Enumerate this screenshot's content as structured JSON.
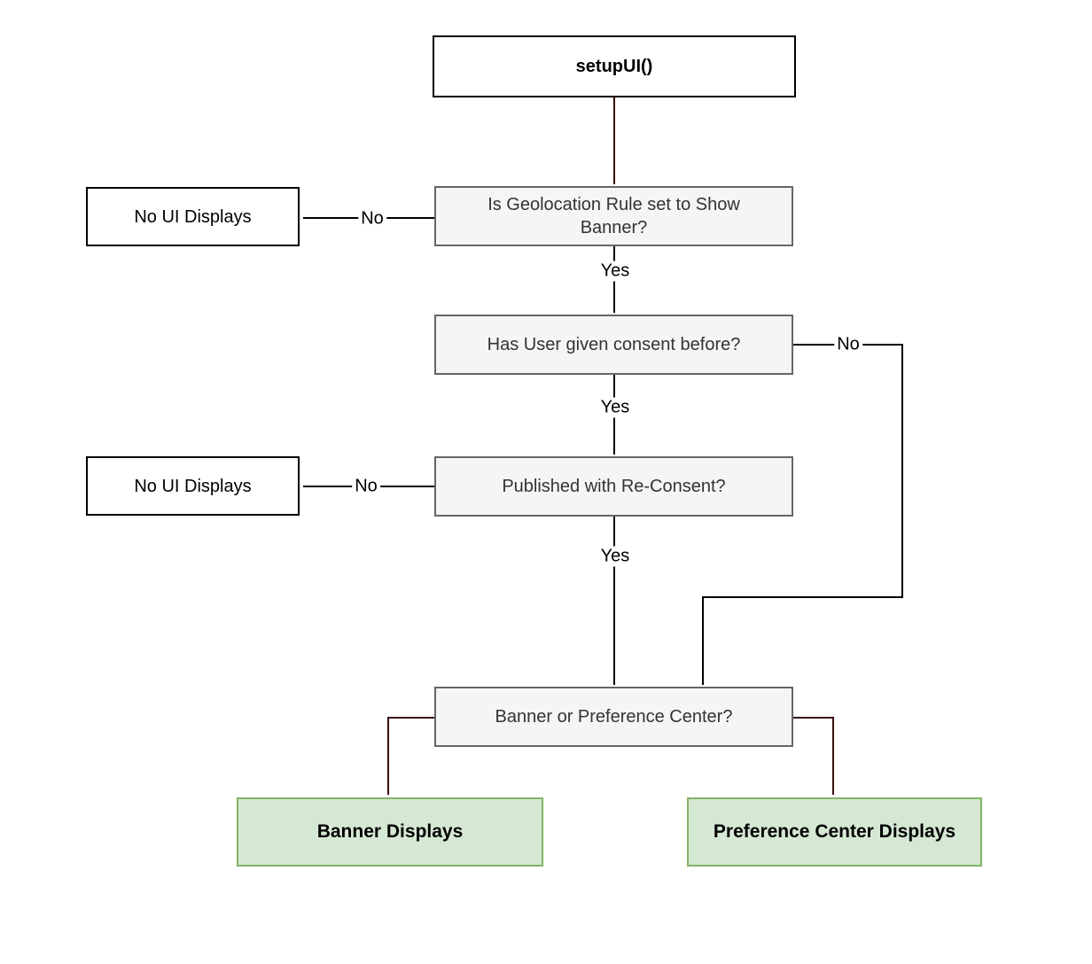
{
  "diagram": {
    "nodes": {
      "setup": {
        "label": "setupUI()"
      },
      "geo_rule": {
        "label": "Is Geolocation Rule set to Show Banner?"
      },
      "no_ui_top": {
        "label": "No UI Displays"
      },
      "consent": {
        "label": "Has User given consent before?"
      },
      "no_ui_mid": {
        "label": "No UI Displays"
      },
      "reconsent": {
        "label": "Published with Re-Consent?"
      },
      "banner_or_pc": {
        "label": "Banner or Preference Center?"
      },
      "banner_displays": {
        "label": "Banner Displays"
      },
      "pc_displays": {
        "label": "Preference Center Displays"
      }
    },
    "edge_labels": {
      "geo_no": "No",
      "geo_yes": "Yes",
      "consent_no": "No",
      "consent_yes": "Yes",
      "reconsent_no": "No",
      "reconsent_yes": "Yes"
    },
    "colors": {
      "white_box_fill": "#ffffff",
      "white_box_border": "#000000",
      "gray_box_fill": "#f5f5f5",
      "gray_box_border": "#666666",
      "gray_box_text": "#333333",
      "green_box_fill": "#d5e8d4",
      "green_box_border": "#82b366",
      "edge_black": "#000000",
      "edge_maroon": "#3a0d0d"
    }
  }
}
